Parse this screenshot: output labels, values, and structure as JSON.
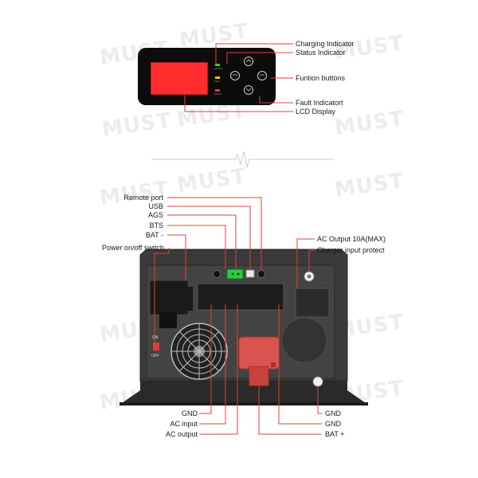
{
  "watermark": "MUST",
  "front_panel": {
    "led_labels": [
      "AC/INV",
      "CHG",
      "FAULT"
    ],
    "colors": {
      "lcd": "#ff2d2d",
      "ac_inv_led": "#2ecc40",
      "chg_led": "#f5c400",
      "fault_led": "#e53935"
    },
    "callouts": [
      "Charging Indicator",
      "Status Indicator",
      "Funtion buttons",
      "Fault Indicatort",
      "LCD Display"
    ]
  },
  "rear_panel": {
    "left_labels": [
      "Remote port",
      "USB",
      "AGS",
      "BTS",
      "BAT -",
      "Power on/off switch"
    ],
    "right_labels": [
      "AC Output 10A(MAX)",
      "Charger input protect"
    ],
    "bottom_left_labels": [
      "GND",
      "AC input",
      "AC output"
    ],
    "bottom_right_labels": [
      "GND",
      "GND",
      "BAT +"
    ],
    "switch_labels": {
      "on": "ON",
      "off": "OFF"
    }
  },
  "colors": {
    "leader_line": "#e0403a",
    "body": "#333333",
    "heatsink": "#1f1f1f",
    "bat_plus_cover": "#d9534f"
  }
}
